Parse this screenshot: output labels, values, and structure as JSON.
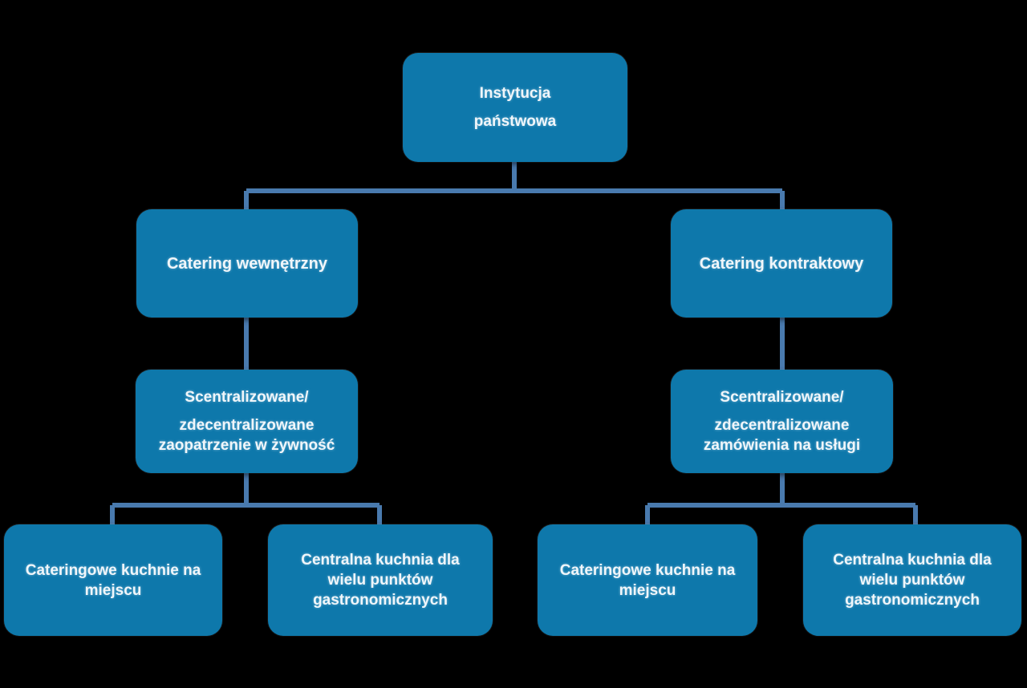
{
  "diagram": {
    "title": "Instytucja panstwowa catering hierarchy",
    "colors": {
      "background": "#000000",
      "node_fill": "#0E78AB",
      "node_text": "#F0F6FA",
      "connector": "#4A7AAE"
    },
    "nodes": {
      "root": {
        "id": "instytucja-panstwowa",
        "lines": [
          "Instytucja",
          "państwowa"
        ],
        "level": 1
      },
      "internal_catering": {
        "id": "catering-wewnetrzny",
        "lines": [
          "Catering wewnętrzny"
        ],
        "level": 2
      },
      "contract_catering": {
        "id": "catering-kontraktowy",
        "lines": [
          "Catering kontraktowy"
        ],
        "level": 2
      },
      "food_supply": {
        "id": "zaopatrzenie-w-zywnosc",
        "lines": [
          "Scentralizowane/",
          "zdecentralizowane",
          "zaopatrzenie w żywność"
        ],
        "level": 3
      },
      "service_orders": {
        "id": "zamowienia-na-uslugi",
        "lines": [
          "Scentralizowane/",
          "zdecentralizowane",
          "zamówienia na usługi"
        ],
        "level": 3
      },
      "onsite_kitchens_left": {
        "id": "cateringowe-kuchnie-na-miejscu-left",
        "lines": [
          "Cateringowe kuchnie na",
          "miejscu"
        ],
        "level": 4
      },
      "central_kitchen_left": {
        "id": "centralna-kuchnia-left",
        "lines": [
          "Centralna kuchnia dla",
          "wielu punktów",
          "gastronomicznych"
        ],
        "level": 4
      },
      "onsite_kitchens_right": {
        "id": "cateringowe-kuchnie-na-miejscu-right",
        "lines": [
          "Cateringowe kuchnie na",
          "miejscu"
        ],
        "level": 4
      },
      "central_kitchen_right": {
        "id": "centralna-kuchnia-right",
        "lines": [
          "Centralna kuchnia dla",
          "wielu punktów",
          "gastronomicznych"
        ],
        "level": 4
      }
    }
  }
}
